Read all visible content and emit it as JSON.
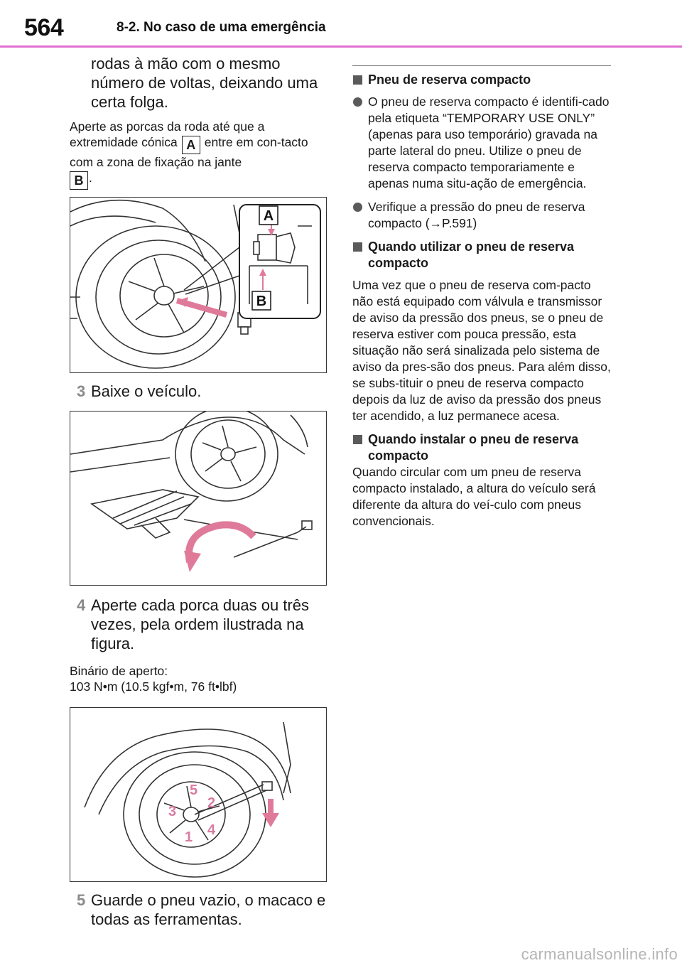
{
  "header": {
    "page_number": "564",
    "section_title": "8-2. No caso de uma emergência"
  },
  "left": {
    "continuation": "rodas à mão com o mesmo número de voltas, deixando uma certa folga.",
    "tighten_note_1": "Aperte as porcas da roda até que a extremidade cónica",
    "tighten_note_2": "entre em con-tacto com a zona de fixação na jante",
    "tighten_note_3": ".",
    "label_a": "A",
    "label_b": "B",
    "step3_num": "3",
    "step3_text": "Baixe o veículo.",
    "step4_num": "4",
    "step4_text": "Aperte cada porca duas ou três vezes, pela ordem ilustrada na figura.",
    "torque_label": "Binário de aperto:",
    "torque_value": "103 N•m (10.5 kgf•m, 76 ft•lbf)",
    "order_numbers": [
      "1",
      "2",
      "3",
      "4",
      "5"
    ],
    "step5_num": "5",
    "step5_text": "Guarde o pneu vazio, o macaco e todas as ferramentas."
  },
  "right": {
    "h1": "Pneu de reserva compacto",
    "b1": "O pneu de reserva compacto é identifi-cado pela etiqueta “TEMPORARY USE ONLY” (apenas para uso temporário) gravada na parte lateral do pneu. Utilize o pneu de reserva compacto temporariamente e apenas numa situ-ação de emergência.",
    "b2": "Verifique a pressão do pneu de reserva compacto (→P.591)",
    "h2": "Quando utilizar o pneu de reserva compacto",
    "p2": "Uma vez que o pneu de reserva com-pacto não está equipado com válvula e transmissor de aviso da pressão dos pneus, se o pneu de reserva estiver com pouca pressão, esta situação não será sinalizada pelo sistema de aviso da pres-são dos pneus. Para além disso, se subs-tituir o pneu de reserva compacto depois da luz de aviso da pressão dos pneus ter acendido, a luz permanece acesa.",
    "h3": "Quando instalar o pneu de reserva compacto",
    "p3": "Quando circular com um pneu de reserva compacto instalado, a altura do veículo será diferente da altura do veí-culo com pneus convencionais."
  },
  "watermark": "carmanualsonline.info",
  "colors": {
    "accent": "#e16fd1",
    "arrow_pink": "#e07a9a",
    "number_pink": "#d97ba0",
    "gray_marker": "#5a5a5a"
  }
}
